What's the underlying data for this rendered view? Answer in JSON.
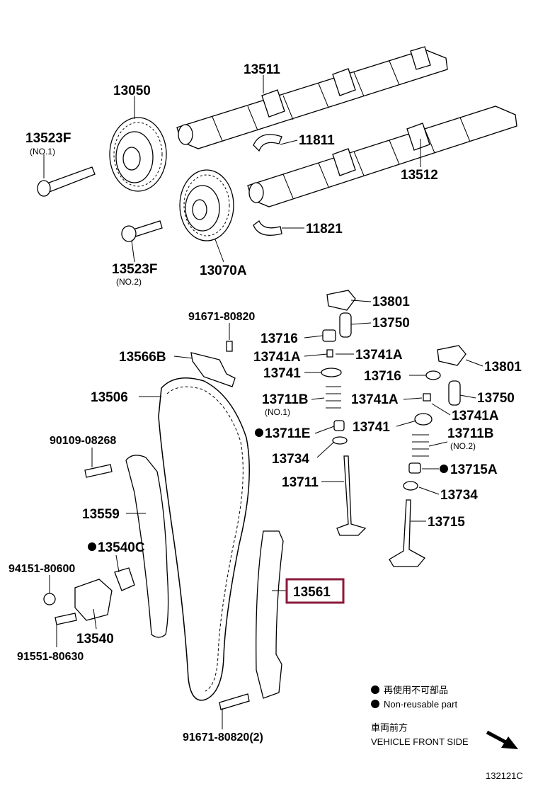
{
  "labels": {
    "p13511": "13511",
    "p13050": "13050",
    "p13523F_a": "13523F",
    "no1_a": "(NO.1)",
    "p11811": "11811",
    "p13512": "13512",
    "p11821": "11821",
    "p13523F_b": "13523F",
    "no2_a": "(NO.2)",
    "p13070A": "13070A",
    "p13801_a": "13801",
    "p91671_80820_a": "91671-80820",
    "p13750_a": "13750",
    "p13716_a": "13716",
    "p13741A_a": "13741A",
    "p13741A_b": "13741A",
    "p13566B": "13566B",
    "p13801_b": "13801",
    "p13741_a": "13741",
    "p13716_b": "13716",
    "p13506": "13506",
    "p13711B_a": "13711B",
    "no1_b": "(NO.1)",
    "p13741A_c": "13741A",
    "p13750_b": "13750",
    "p13741A_d": "13741A",
    "p90109_08268": "90109-08268",
    "p13711E": "13711E",
    "p13741_b": "13741",
    "p13711B_b": "13711B",
    "no2_b": "(NO.2)",
    "p13734_a": "13734",
    "p13715A": "13715A",
    "p13711": "13711",
    "p13734_b": "13734",
    "p13559": "13559",
    "p13715": "13715",
    "p13540C": "13540C",
    "p94151_80600": "94151-80600",
    "p13561": "13561",
    "p13540": "13540",
    "p91551_80630": "91551-80630",
    "p91671_80820_b": "91671-80820(2)"
  },
  "legend": {
    "jp": "再使用不可部品",
    "en": "Non-reusable part",
    "dir_jp": "車両前方",
    "dir_en": "VEHICLE FRONT SIDE"
  },
  "figure_code": "132121C",
  "colors": {
    "highlight": "#8b1a3a",
    "ink": "#000000"
  }
}
